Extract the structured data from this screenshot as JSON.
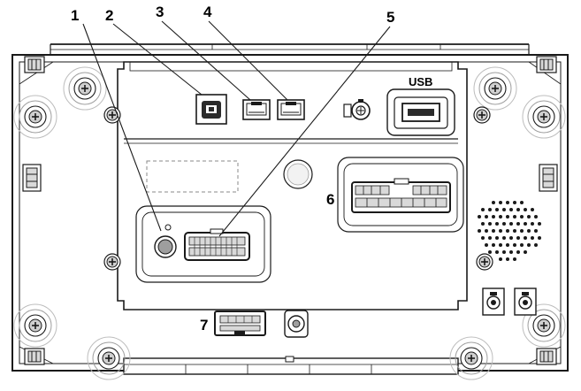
{
  "callouts": {
    "c1": "1",
    "c2": "2",
    "c3": "3",
    "c4": "4",
    "c5": "5",
    "c6": "6",
    "c7": "7"
  },
  "port_labels": {
    "usb": "USB"
  },
  "icons": {
    "mount_screw": "screw-icon",
    "antenna": "coax-antenna-icon",
    "speaker": "speaker-grille-icon"
  },
  "colors": {
    "line": "#1a1a1a",
    "panel_fill": "#ffffff",
    "shade": "#d9d9d9",
    "dark": "#2b2b2b"
  }
}
